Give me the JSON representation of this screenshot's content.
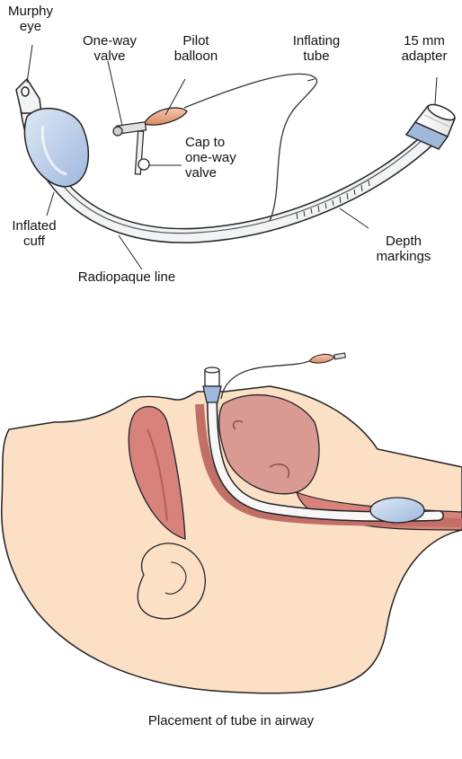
{
  "labels": {
    "murphy_eye": "Murphy\neye",
    "one_way_valve": "One-way\nvalve",
    "pilot_balloon": "Pilot\nballoon",
    "inflating_tube": "Inflating\ntube",
    "adapter_15mm": "15 mm\nadapter",
    "cap_to_valve": "Cap to\none-way\nvalve",
    "inflated_cuff": "Inflated\ncuff",
    "depth_markings": "Depth\nmarkings",
    "radiopaque_line": "Radiopaque line"
  },
  "caption": "Placement of tube in airway",
  "colors": {
    "skin": "#fbe0c6",
    "tissue_dark": "#d7837c",
    "tissue_mid": "#d99a94",
    "cuff_blue": "#bcd0ea",
    "pilot_orange": "#e8a07e",
    "tube_edge": "#222222"
  }
}
